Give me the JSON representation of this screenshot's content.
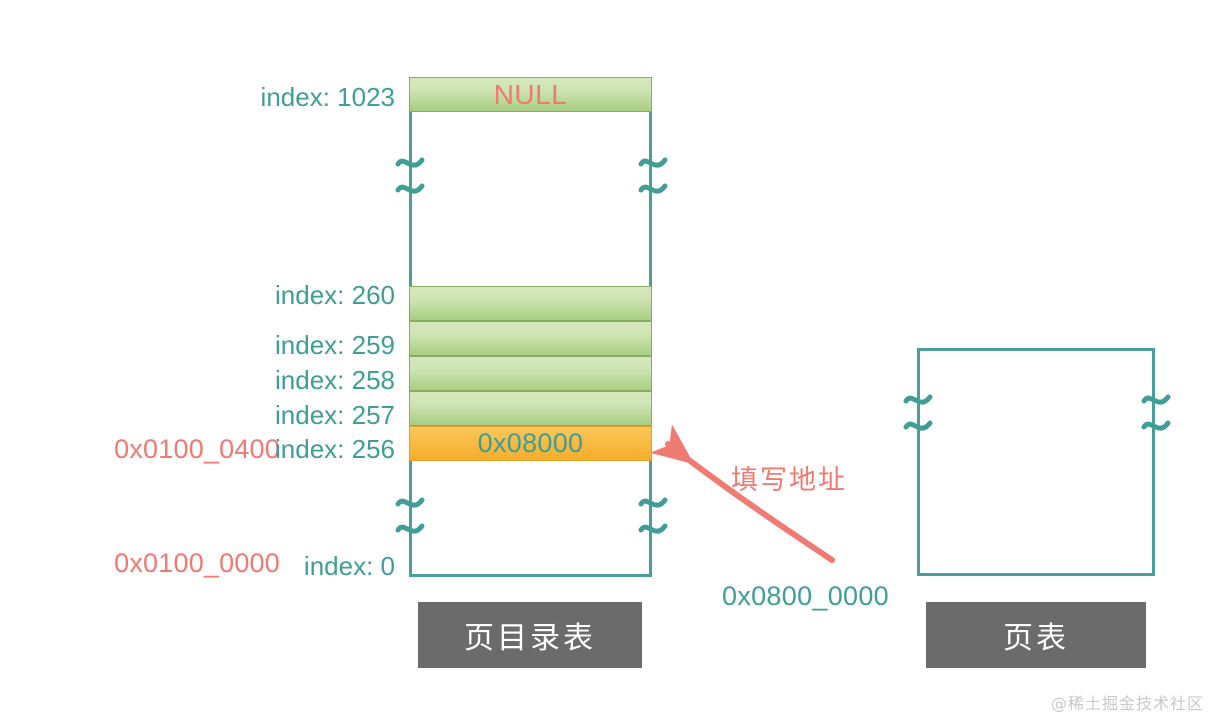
{
  "colors": {
    "teal": "#3f9e96",
    "teal_line": "#4b9e9b",
    "salmon": "#f07a72",
    "green_cell_top": "#d5e8bc",
    "green_cell_bottom": "#a9ce83",
    "green_border": "#8aab62",
    "orange_cell_top": "#fbc75a",
    "orange_cell_bottom": "#f6ad2b",
    "caption_bg": "#6b6b6b",
    "caption_text": "#ffffff",
    "watermark": "#c9c9c9",
    "background": "#ffffff"
  },
  "page_directory": {
    "caption": "页目录表",
    "base_address_label": "0x0100_0000",
    "entry_256_address_label": "0x0100_0400",
    "entries": [
      {
        "index_label": "index: 1023",
        "value": "NULL",
        "style": "green-null"
      },
      {
        "index_label": "index: 260",
        "value": "",
        "style": "green"
      },
      {
        "index_label": "index: 259",
        "value": "",
        "style": "green"
      },
      {
        "index_label": "index: 258",
        "value": "",
        "style": "green"
      },
      {
        "index_label": "index: 257",
        "value": "",
        "style": "green"
      },
      {
        "index_label": "index: 256",
        "value": "0x08000",
        "style": "orange"
      },
      {
        "index_label": "index: 0",
        "value": "",
        "style": "empty"
      }
    ]
  },
  "page_table": {
    "caption": "页表",
    "base_address_label": "0x0800_0000"
  },
  "annotation": {
    "label": "填写地址",
    "target_address": "0x0800_0000"
  },
  "watermark": {
    "text": "@稀土掘金技术社区"
  },
  "icons": {
    "break_mark": "break-mark-icon",
    "arrow": "curved-arrow-icon"
  }
}
